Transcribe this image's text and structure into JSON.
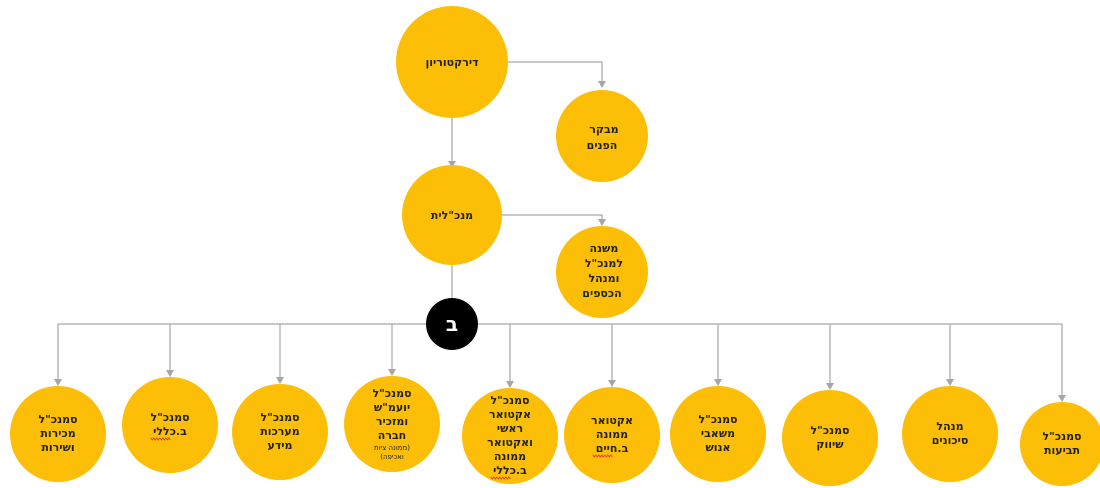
{
  "top": {
    "board": {
      "lines": [
        "דירקטוריון"
      ]
    },
    "auditor": {
      "lines": [
        "מבקר",
        "הפנים"
      ]
    },
    "ceo": {
      "lines": [
        "מנכ\"לית"
      ]
    },
    "deputy": {
      "lines": [
        "משנה",
        "למנכ\"ל",
        "ומנהל",
        "הכספים"
      ]
    }
  },
  "badge_glyph": "ב",
  "departments": [
    {
      "lines": [
        "סמנכ\"ל",
        "מכירות",
        "ושירות"
      ]
    },
    {
      "lines": [
        "סמנכ\"ל",
        "ב.כללי"
      ]
    },
    {
      "lines": [
        "סמנכ\"ל",
        "מערכות",
        "מידע"
      ]
    },
    {
      "lines": [
        "סמנכ\"ל",
        "יועמ\"ש",
        "ומזכיר",
        "חברה"
      ],
      "note": [
        "(ממונה ציות",
        "ואכיפה)"
      ]
    },
    {
      "lines": [
        "סמנכ\"ל",
        "אקטואר",
        "ראשי",
        "ואקטואר",
        "ממונה",
        "ב.כללי"
      ]
    },
    {
      "lines": [
        "אקטואר",
        "ממונה",
        "ב.חיים"
      ]
    },
    {
      "lines": [
        "סמנכ\"ל",
        "משאבי",
        "אנוש"
      ]
    },
    {
      "lines": [
        "סמנכ\"ל",
        "שיווק"
      ]
    },
    {
      "lines": [
        "מנהל",
        "סיכונים"
      ]
    },
    {
      "lines": [
        "סמנכ\"ל",
        "תביעות"
      ]
    }
  ]
}
